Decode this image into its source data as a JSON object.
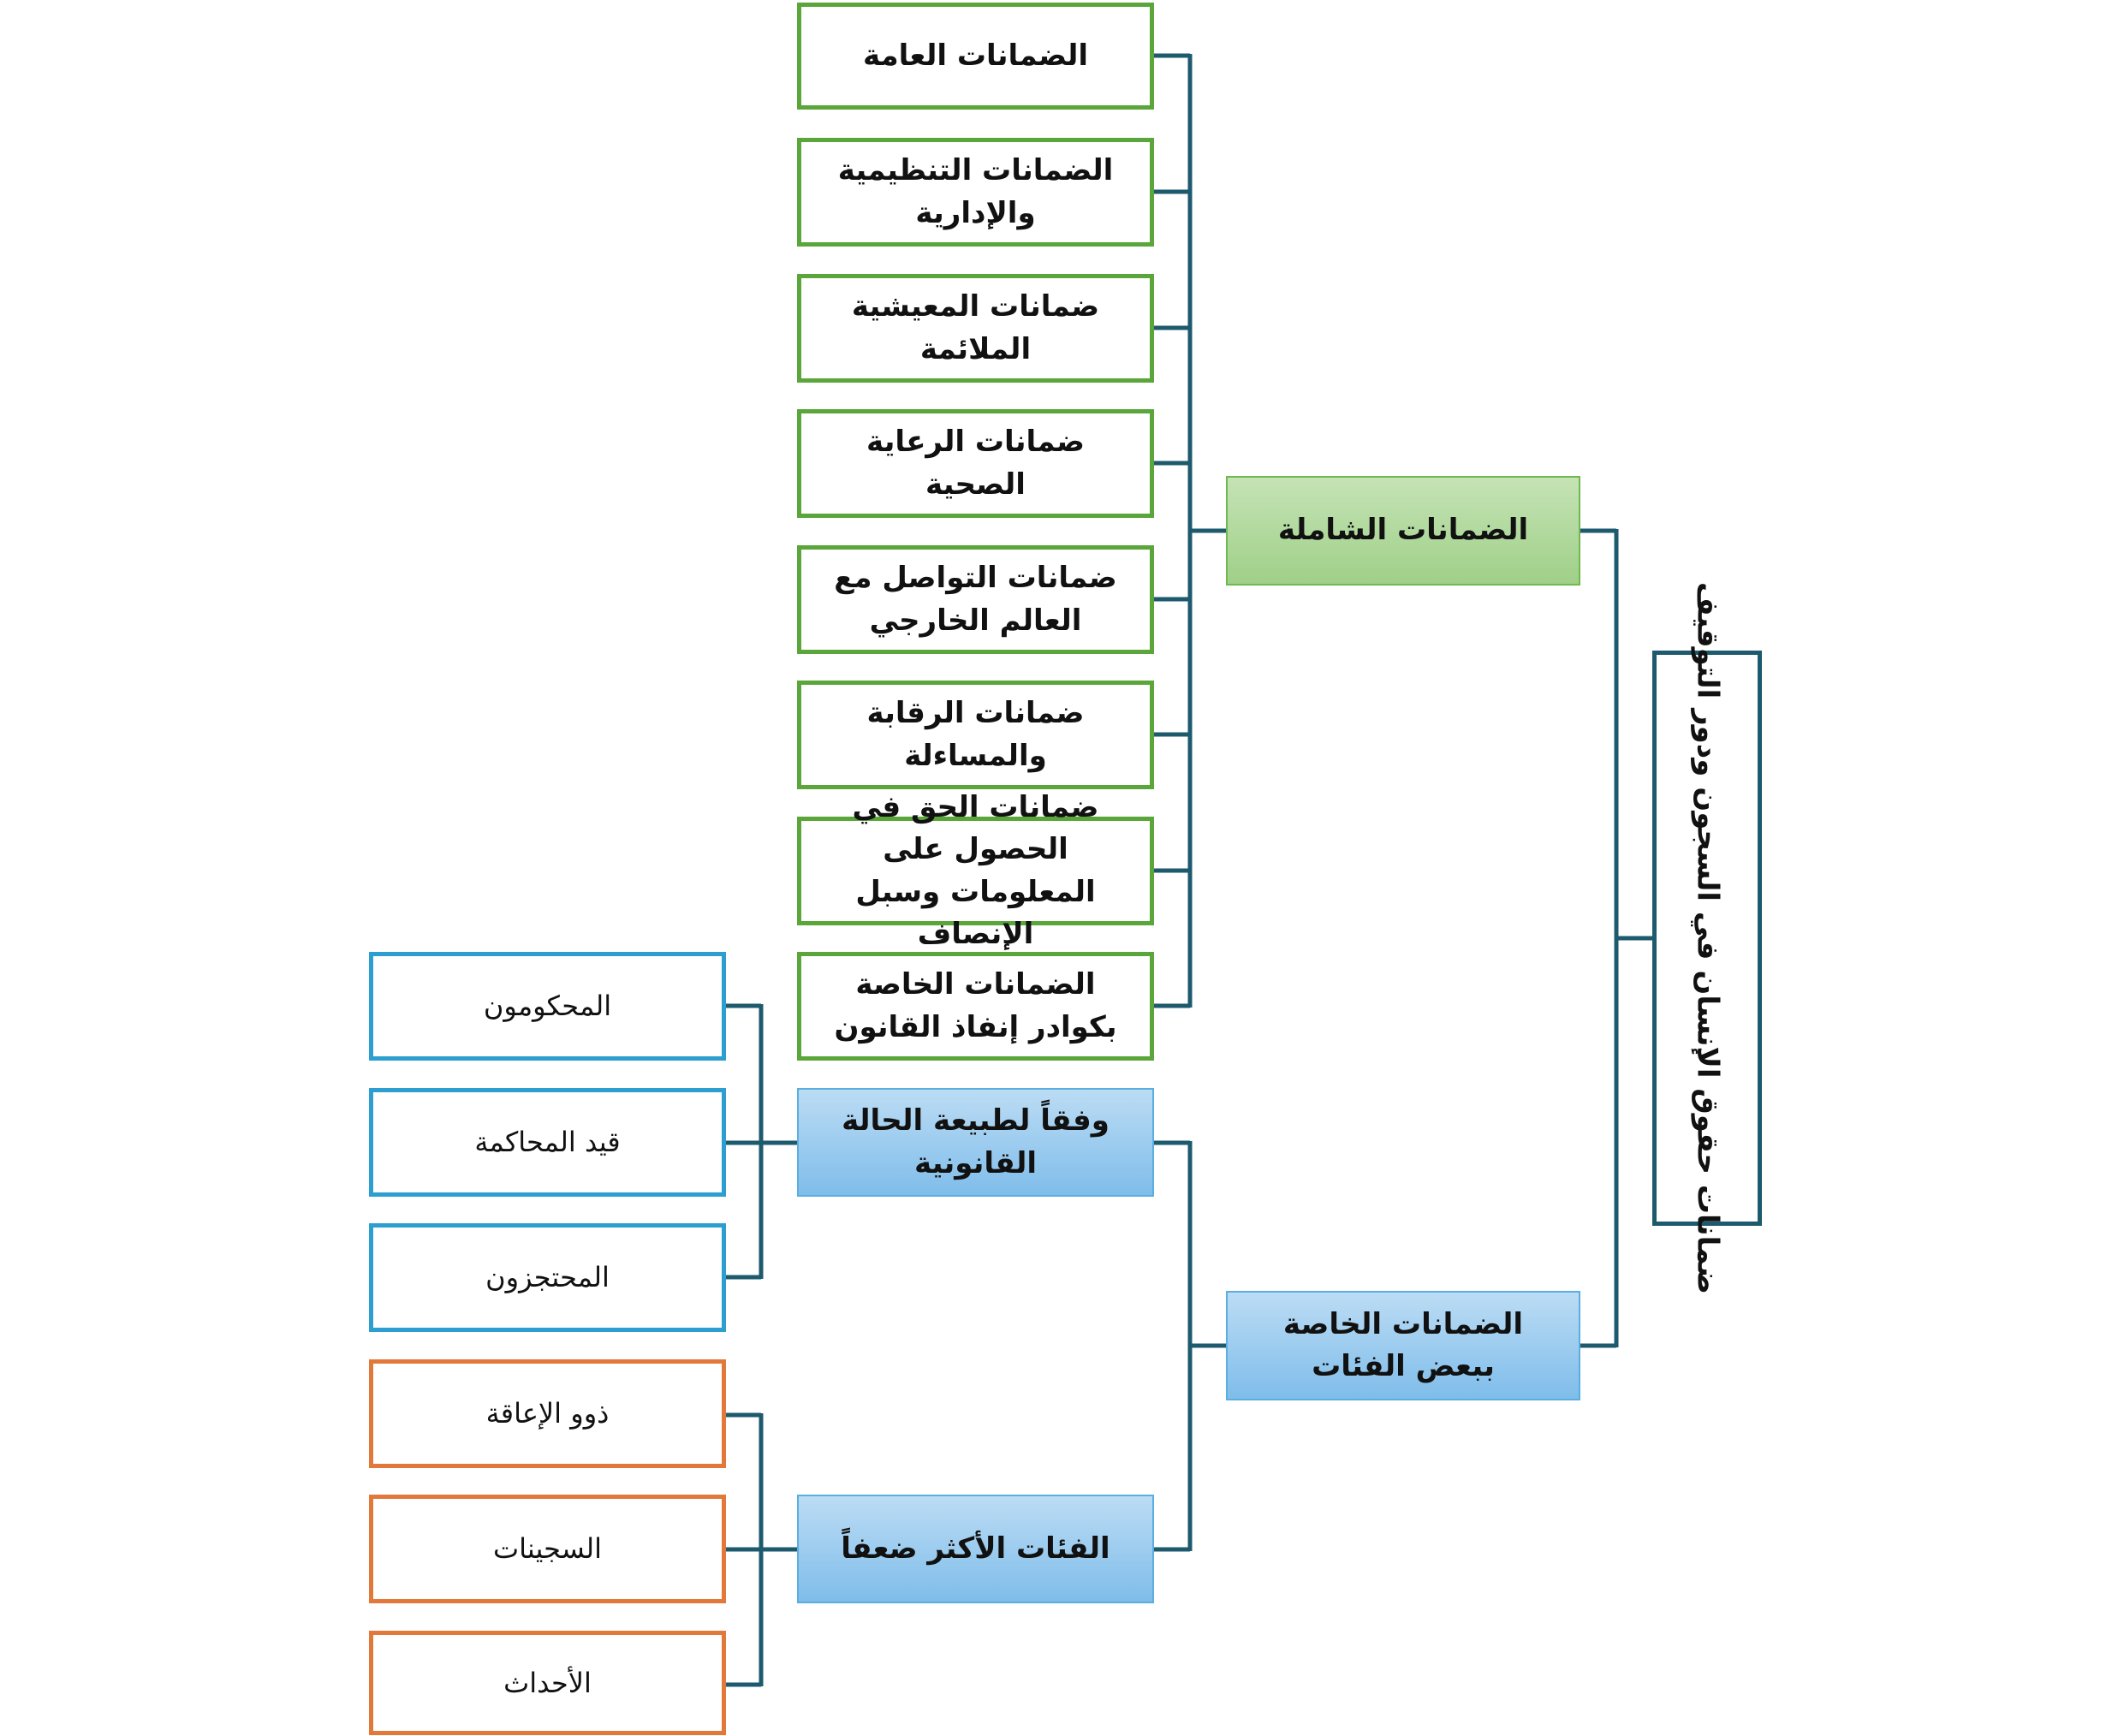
{
  "root": {
    "label": "ضمانات حقوق الإنسان في السجون ودور التوقيف"
  },
  "branches": {
    "comprehensive": {
      "label": "الضمانات الشاملة"
    },
    "special": {
      "label": "الضمانات الخاصة ببعض الفئات"
    }
  },
  "comprehensive_items": [
    {
      "label": "الضمانات العامة"
    },
    {
      "label": "الضمانات التنظيمية والإدارية"
    },
    {
      "label": "ضمانات المعيشية الملائمة"
    },
    {
      "label": "ضمانات الرعاية الصحية"
    },
    {
      "label": "ضمانات التواصل مع العالم الخارجي"
    },
    {
      "label": "ضمانات الرقابة والمساءلة"
    },
    {
      "label": "ضمانات الحق في الحصول على المعلومات وسبل الإنصاف"
    },
    {
      "label": "الضمانات الخاصة بكوادر إنفاذ القانون"
    }
  ],
  "subgroups": {
    "legal_status": {
      "label": "وفقاً لطبيعة الحالة القانونية"
    },
    "vulnerable": {
      "label": "الفئات الأكثر ضعفاً"
    }
  },
  "legal_status_items": [
    {
      "label": "المحكومون"
    },
    {
      "label": "قيد المحاكمة"
    },
    {
      "label": "المحتجزون"
    }
  ],
  "vulnerable_items": [
    {
      "label": "ذوو الإعاقة"
    },
    {
      "label": "السجينات"
    },
    {
      "label": "الأحداث"
    }
  ],
  "colors": {
    "connector": "#1d5a6e",
    "green_border": "#5aa63a",
    "blue_border": "#2c9fd0",
    "orange_border": "#e2793b"
  }
}
